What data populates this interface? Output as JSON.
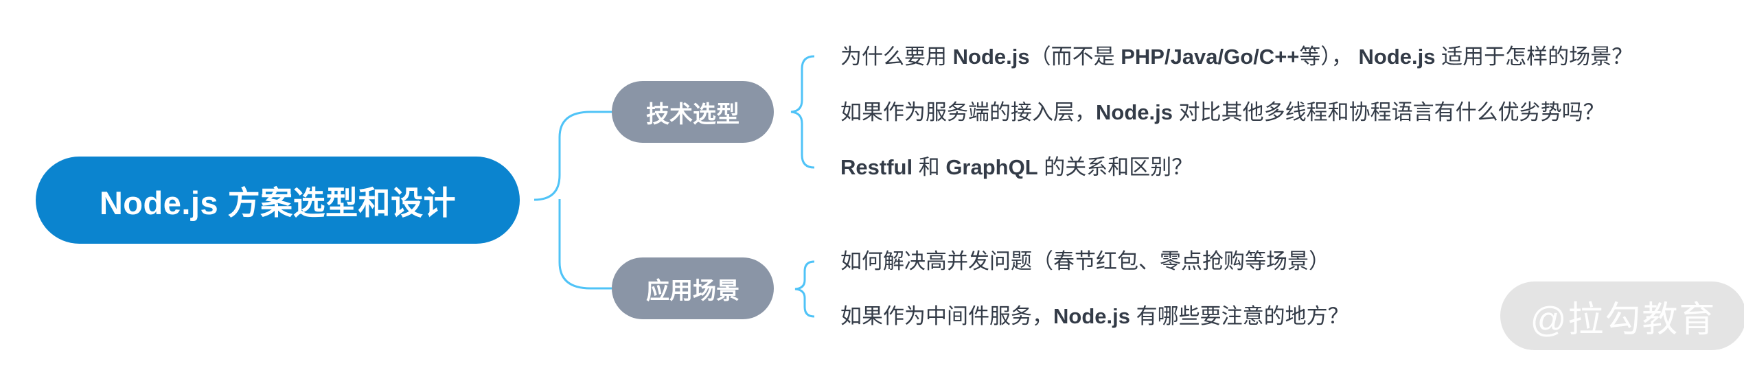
{
  "mindmap": {
    "root": {
      "label": "Node.js 方案选型和设计"
    },
    "branches": [
      {
        "label": "技术选型",
        "leaves": [
          {
            "parts": [
              {
                "text": "为什么要用 ",
                "bold": false
              },
              {
                "text": "Node.js",
                "bold": true
              },
              {
                "text": "（而不是 ",
                "bold": false
              },
              {
                "text": "PHP/Java/Go/C++",
                "bold": true
              },
              {
                "text": "等）， ",
                "bold": false
              },
              {
                "text": "Node.js",
                "bold": true
              },
              {
                "text": " 适用于怎样的场景？",
                "bold": false
              }
            ]
          },
          {
            "parts": [
              {
                "text": "如果作为服务端的接入层，",
                "bold": false
              },
              {
                "text": "Node.js",
                "bold": true
              },
              {
                "text": " 对比其他多线程和协程语言有什么优劣势吗？",
                "bold": false
              }
            ]
          },
          {
            "parts": [
              {
                "text": "Restful",
                "bold": true
              },
              {
                "text": " 和 ",
                "bold": false
              },
              {
                "text": "GraphQL",
                "bold": true
              },
              {
                "text": " 的关系和区别？",
                "bold": false
              }
            ]
          }
        ]
      },
      {
        "label": "应用场景",
        "leaves": [
          {
            "parts": [
              {
                "text": "如何解决高并发问题（春节红包、零点抢购等场景）",
                "bold": false
              }
            ]
          },
          {
            "parts": [
              {
                "text": "如果作为中间件服务，",
                "bold": false
              },
              {
                "text": "Node.js",
                "bold": true
              },
              {
                "text": " 有哪些要注意的地方？",
                "bold": false
              }
            ]
          }
        ]
      }
    ]
  },
  "watermark": {
    "label": "@拉勾教育"
  },
  "colors": {
    "root_fill": "#0b84cf",
    "branch_fill": "#8a95a6",
    "connector": "#4fc3f7",
    "leaf_text": "#333b47"
  }
}
